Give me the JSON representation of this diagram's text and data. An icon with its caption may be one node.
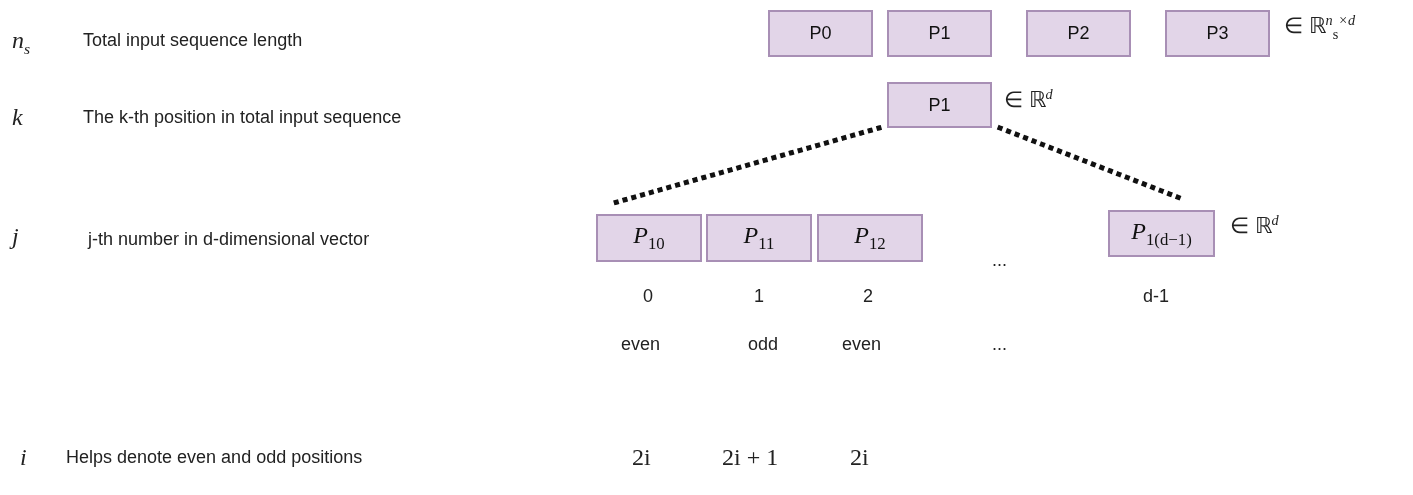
{
  "diagram": {
    "nodes": [
      {
        "text": [
          "P0"
        ]
      },
      {
        "text": [
          "P1"
        ]
      },
      {
        "text": [
          "P2"
        ]
      },
      {
        "text": [
          "P3"
        ],
        "beside": [
          "∈ ℝ$^{n}$$_{s}$$^{×d}$"
        ]
      },
      {
        "text": [
          "P1"
        ],
        "beside": [
          "∈ ℝ$^{d}$"
        ]
      },
      {
        "text": [
          "P$_{10}$"
        ],
        "beside": [
          "0",
          "even"
        ]
      },
      {
        "text": [
          "P$_{11}$"
        ],
        "beside": [
          "1",
          "odd"
        ]
      },
      {
        "text": [
          "P$_{12}$"
        ],
        "beside": [
          "2",
          "even"
        ]
      },
      {
        "text": [
          "P$_{1(d−1)}$"
        ],
        "beside": [
          "d-1",
          "∈ ℝ$^{d}$"
        ]
      }
    ],
    "edges": [
      {
        "from": 4,
        "to": 5,
        "arrow": "none",
        "style": "dashed"
      },
      {
        "from": 4,
        "to": 8,
        "arrow": "none",
        "style": "dashed"
      }
    ],
    "labels": [
      "n$_{s}$",
      "Total input sequence length",
      "k",
      "The k-th position in total input sequence",
      "j",
      "j-th number in d-dimensional vector",
      "...",
      "...",
      "i",
      "Helps denote even and odd positions",
      "2i",
      "2i + 1",
      "2i"
    ]
  }
}
